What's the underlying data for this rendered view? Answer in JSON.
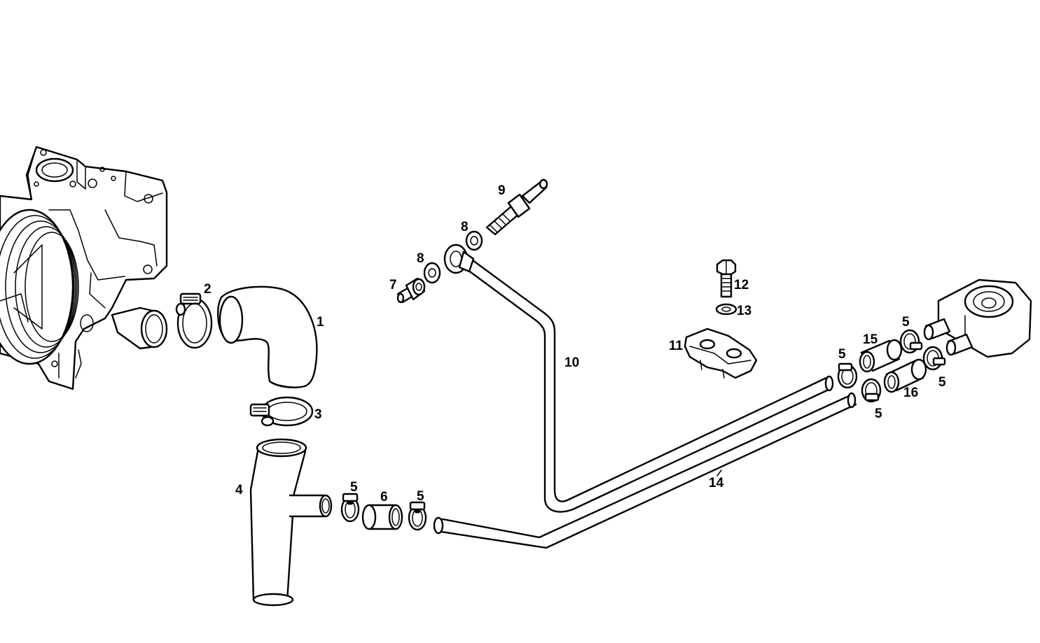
{
  "diagram": {
    "colors": {
      "line": "#000000",
      "background": "#ffffff"
    },
    "callouts": {
      "p1": "1",
      "p2": "2",
      "p3": "3",
      "p4": "4",
      "p5a": "5",
      "p5b": "5",
      "p5c": "5",
      "p5d": "5",
      "p5e": "5",
      "p5f": "5",
      "p6": "6",
      "p7": "7",
      "p8a": "8",
      "p8b": "8",
      "p9": "9",
      "p10": "10",
      "p11": "11",
      "p12": "12",
      "p13": "13",
      "p14": "14",
      "p15": "15",
      "p16": "16"
    }
  }
}
